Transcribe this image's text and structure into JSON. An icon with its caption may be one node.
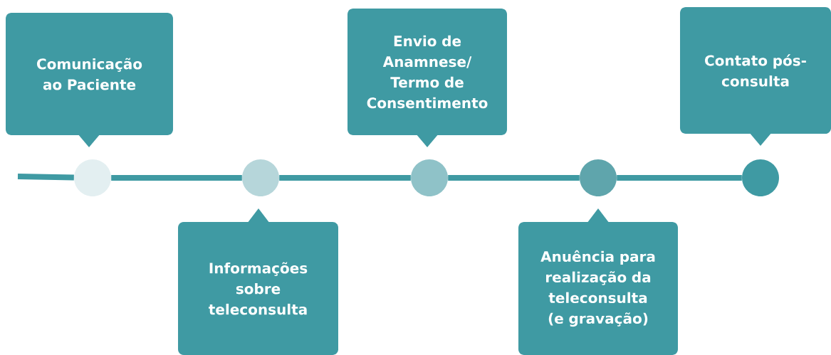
{
  "diagram": {
    "nodes": [
      {
        "text": [
          "Comunicação ao Paciente"
        ]
      },
      {
        "text": [
          "Informações sobre teleconsulta"
        ]
      },
      {
        "text": [
          "Envio de Anamnese/ Termo de Consentimento"
        ]
      },
      {
        "text": [
          "Anuência para realização da teleconsulta (e gravação)"
        ]
      },
      {
        "text": [
          "Contato pós-consulta"
        ]
      },
      {
        "text": [],
        "shape": "circle"
      },
      {
        "text": [],
        "shape": "circle"
      },
      {
        "text": [],
        "shape": "circle"
      },
      {
        "text": [],
        "shape": "circle"
      },
      {
        "text": [],
        "shape": "circle"
      }
    ],
    "edges": [
      {
        "from": null,
        "to": 5,
        "arrow": "none"
      },
      {
        "from": 5,
        "to": 6,
        "arrow": "none"
      },
      {
        "from": 6,
        "to": 7,
        "arrow": "none"
      },
      {
        "from": 7,
        "to": 8,
        "arrow": "none"
      },
      {
        "from": 8,
        "to": 9,
        "arrow": "none"
      }
    ]
  }
}
